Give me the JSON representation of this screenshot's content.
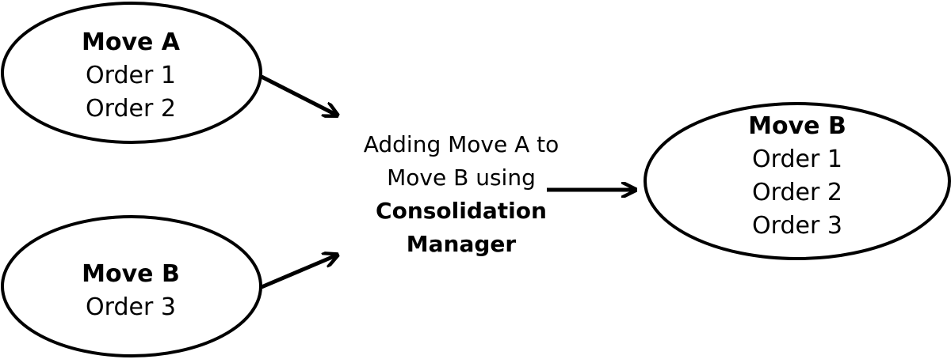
{
  "nodes": {
    "move_a": {
      "title": "Move A",
      "lines": [
        "Order 1",
        "Order 2"
      ]
    },
    "move_b_source": {
      "title": "Move B",
      "lines": [
        "Order 3"
      ]
    },
    "move_b_result": {
      "title": "Move B",
      "lines": [
        "Order 1",
        "Order 2",
        "Order 3"
      ]
    }
  },
  "center_label": {
    "line1": "Adding Move A to",
    "line2": "Move B using",
    "bold1": "Consolidation",
    "bold2": "Manager"
  },
  "colors": {
    "stroke": "#000000",
    "background": "#ffffff"
  }
}
